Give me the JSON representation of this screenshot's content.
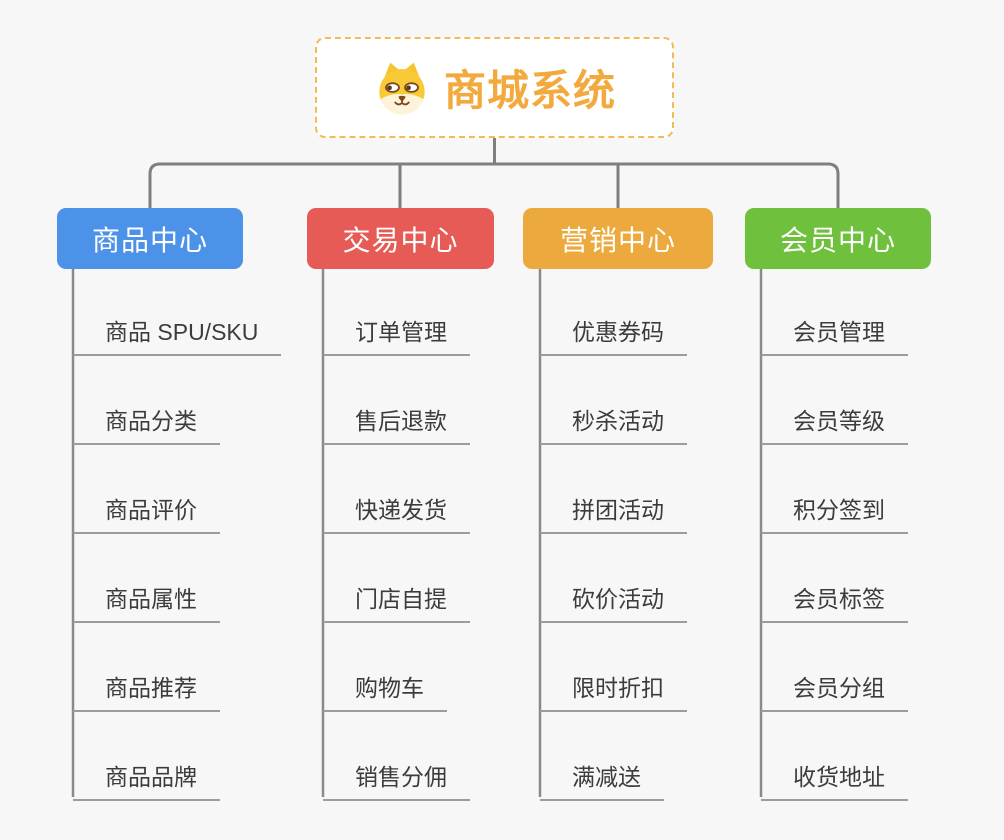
{
  "page": {
    "background_color": "#f7f7f7"
  },
  "root": {
    "title": "商城系统",
    "title_color": "#f2a93d",
    "border_color": "#f3bb57",
    "icon": "dog-mascot-icon"
  },
  "branches": [
    {
      "label": "商品中心",
      "color": "#4b92e8",
      "children": [
        "商品 SPU/SKU",
        "商品分类",
        "商品评价",
        "商品属性",
        "商品推荐",
        "商品品牌"
      ]
    },
    {
      "label": "交易中心",
      "color": "#e65b56",
      "children": [
        "订单管理",
        "售后退款",
        "快递发货",
        "门店自提",
        "购物车",
        "销售分佣"
      ]
    },
    {
      "label": "营销中心",
      "color": "#ecaa3e",
      "children": [
        "优惠券码",
        "秒杀活动",
        "拼团活动",
        "砍价活动",
        "限时折扣",
        "满减送"
      ]
    },
    {
      "label": "会员中心",
      "color": "#6fc13d",
      "children": [
        "会员管理",
        "会员等级",
        "积分签到",
        "会员标签",
        "会员分组",
        "收货地址"
      ]
    }
  ],
  "connectors": {
    "tree_color": "#7f7f7f",
    "trunk_color": "#8a8a8a",
    "underline_color": "#9c9c9c"
  }
}
